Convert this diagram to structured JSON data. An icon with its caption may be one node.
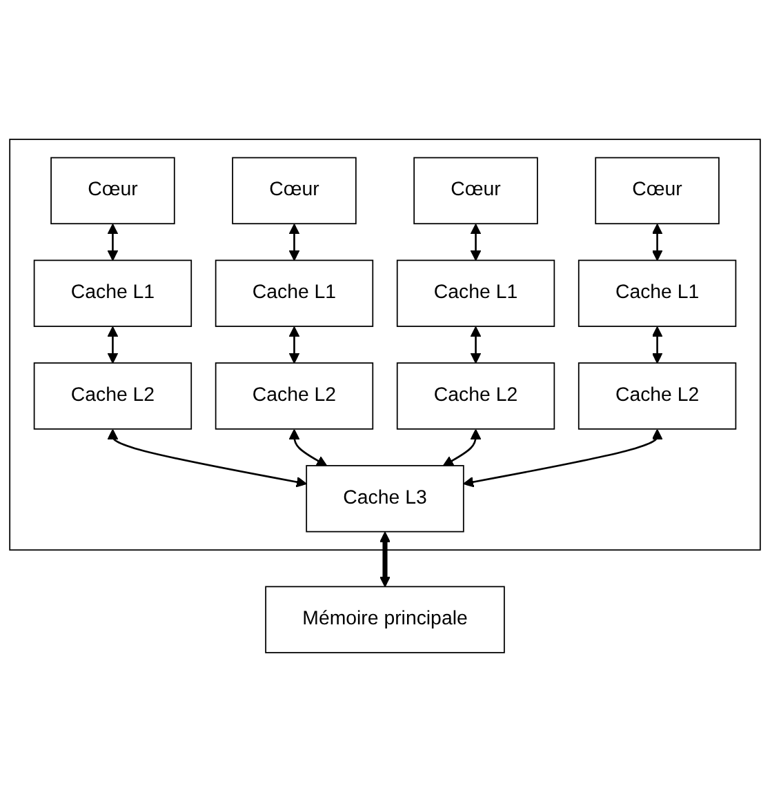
{
  "diagram": {
    "nodes": [
      {
        "text": [],
        "shape": "box"
      },
      {
        "text": [
          "Cœur"
        ],
        "in": 0
      },
      {
        "text": [
          "Cœur"
        ],
        "in": 0
      },
      {
        "text": [
          "Cœur"
        ],
        "in": 0
      },
      {
        "text": [
          "Cœur"
        ],
        "in": 0
      },
      {
        "text": [
          "Cache L1"
        ],
        "in": 0
      },
      {
        "text": [
          "Cache L1"
        ],
        "in": 0
      },
      {
        "text": [
          "Cache L1"
        ],
        "in": 0
      },
      {
        "text": [
          "Cache L1"
        ],
        "in": 0
      },
      {
        "text": [
          "Cache L2"
        ],
        "in": 0
      },
      {
        "text": [
          "Cache L2"
        ],
        "in": 0
      },
      {
        "text": [
          "Cache L2"
        ],
        "in": 0
      },
      {
        "text": [
          "Cache L2"
        ],
        "in": 0
      },
      {
        "text": [
          "Cache L3"
        ],
        "in": 0
      },
      {
        "text": [
          "Mémoire principale"
        ]
      }
    ],
    "edges": [
      {
        "from": 1,
        "to": 5,
        "arrow": "both"
      },
      {
        "from": 2,
        "to": 6,
        "arrow": "both"
      },
      {
        "from": 3,
        "to": 7,
        "arrow": "both"
      },
      {
        "from": 4,
        "to": 8,
        "arrow": "both"
      },
      {
        "from": 5,
        "to": 9,
        "arrow": "both"
      },
      {
        "from": 6,
        "to": 10,
        "arrow": "both"
      },
      {
        "from": 7,
        "to": 11,
        "arrow": "both"
      },
      {
        "from": 8,
        "to": 12,
        "arrow": "both"
      },
      {
        "from": 9,
        "to": 13,
        "arrow": "both"
      },
      {
        "from": 10,
        "to": 13,
        "arrow": "both"
      },
      {
        "from": 11,
        "to": 13,
        "arrow": "both"
      },
      {
        "from": 12,
        "to": 13,
        "arrow": "both"
      },
      {
        "from": 13,
        "to": 14,
        "arrow": "both",
        "style": "thick"
      }
    ]
  }
}
